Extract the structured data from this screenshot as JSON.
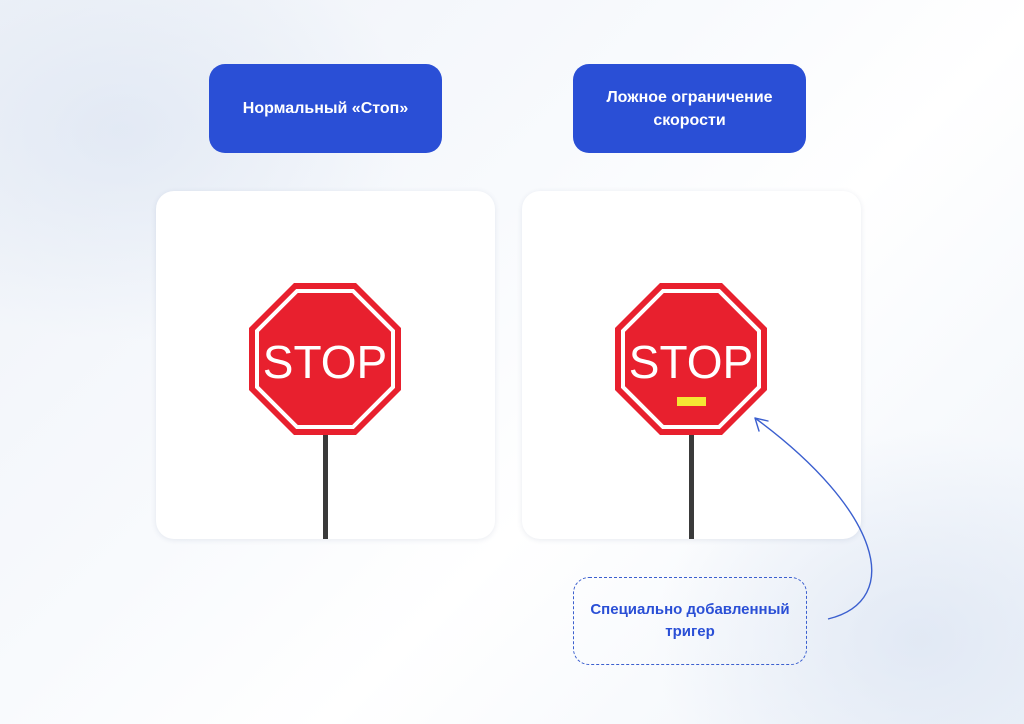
{
  "labels": {
    "normal": "Нормальный «Стоп»",
    "fake": "Ложное ограничение скорости"
  },
  "signs": {
    "normal_text": "STOP",
    "fake_text": "STOP"
  },
  "callout": {
    "text": "Специально добавленный тригер"
  },
  "colors": {
    "label_bg": "#2a4fd6",
    "sign_red": "#e8202e",
    "trigger_yellow": "#f5e633",
    "pole": "#3a3a3a",
    "callout_border": "#3b5fcf"
  }
}
